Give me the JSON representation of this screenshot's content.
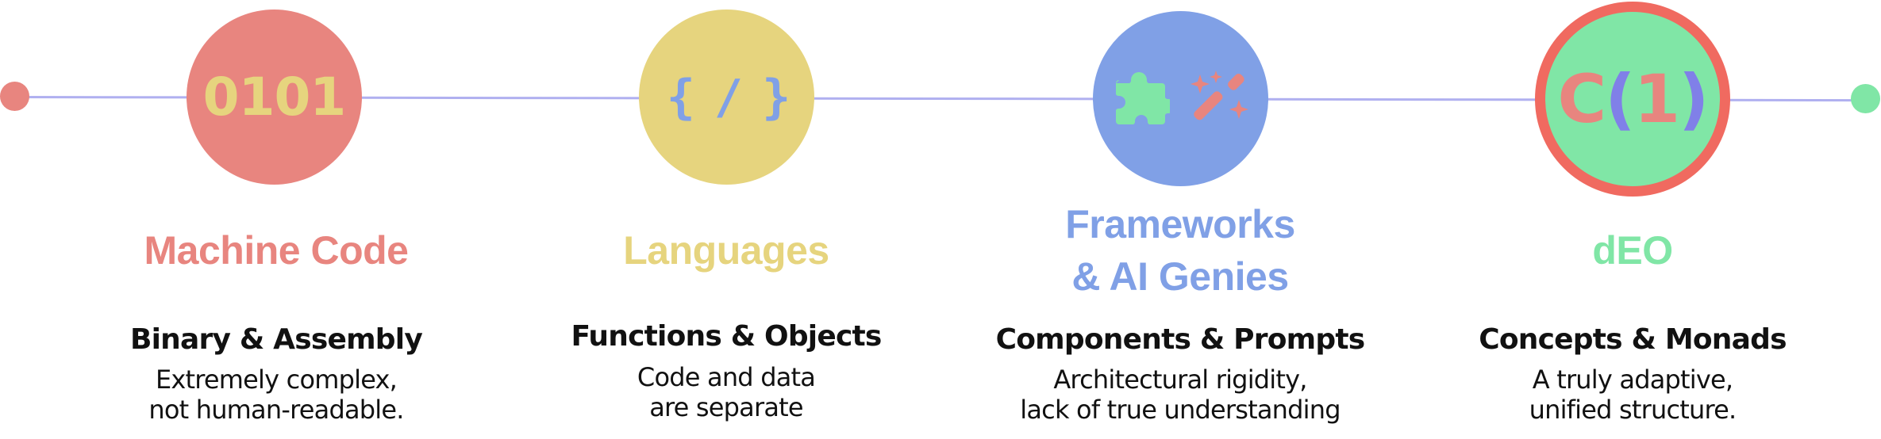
{
  "colors": {
    "line": "#b0b0f0",
    "red": "#e8857f",
    "ring_red": "#f06a60",
    "yellow": "#e6d47e",
    "blue": "#80a0e6",
    "green": "#80e6a6",
    "purple": "#8080e8",
    "text": "#111111"
  },
  "timeline": {
    "start_dot_color": "#e8857f",
    "end_dot_color": "#80e6a6"
  },
  "stages": [
    {
      "icon": "binary-digits",
      "icon_text": "0101",
      "circle_color": "#e8857f",
      "icon_color": "#e6d47e",
      "title": "Machine Code",
      "title_color": "#e8857f",
      "subtitle": "Binary & Assembly",
      "description": [
        "Extremely complex,",
        "not human-readable."
      ]
    },
    {
      "icon": "code-braces-slash",
      "icon_text": "{ / }",
      "circle_color": "#e6d47e",
      "icon_color": "#80a0e6",
      "title": "Languages",
      "title_color": "#e6d47e",
      "subtitle": "Functions & Objects",
      "description": [
        "Code and data",
        "are separate"
      ]
    },
    {
      "icon": "puzzle-and-magic-wand",
      "circle_color": "#80a0e6",
      "title": "Frameworks",
      "title_line2": "& AI Genies",
      "title_color": "#80a0e6",
      "subtitle": "Components & Prompts",
      "description": [
        "Architectural rigidity,",
        "lack of true understanding"
      ]
    },
    {
      "icon": "constant-complexity",
      "icon_text": {
        "c": "C",
        "open": "(",
        "one": "1",
        "close": ")"
      },
      "circle_color": "#80e6a6",
      "ring_color": "#f06a60",
      "title": "dEO",
      "title_color": "#80e6a6",
      "subtitle": "Concepts & Monads",
      "description": [
        "A truly adaptive,",
        "unified structure."
      ]
    }
  ]
}
